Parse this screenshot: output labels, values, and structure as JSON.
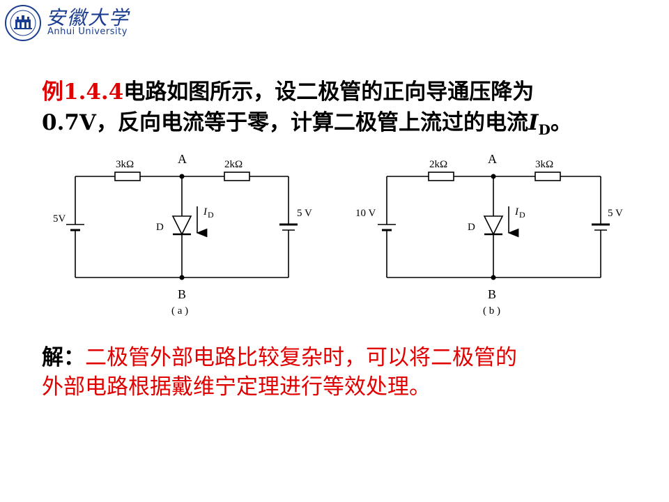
{
  "header": {
    "university_cn": "安徽大学",
    "university_en": "Anhui University"
  },
  "problem": {
    "label": "例1.4.4",
    "line1_rest": "电路如图所示，设二极管的正向导通压降为",
    "line2_a": "0.7V",
    "line2_b": "，反向电流等于零，计算二极管上流过的电流",
    "line2_var": "I",
    "line2_sub": "D",
    "line2_end": "。"
  },
  "circuit_a": {
    "r_left": "3kΩ",
    "r_right": "2kΩ",
    "node_top": "A",
    "node_bottom": "B",
    "v_left": "5V",
    "v_right": "5 V",
    "diode": "D",
    "current": "I",
    "current_sub": "D",
    "caption": "( a )"
  },
  "circuit_b": {
    "r_left": "2kΩ",
    "r_right": "3kΩ",
    "node_top": "A",
    "node_bottom": "B",
    "v_left": "10 V",
    "v_right": "5 V",
    "diode": "D",
    "current": "I",
    "current_sub": "D",
    "caption": "( b )"
  },
  "solution": {
    "label": "解：",
    "line1_rest": "二极管外部电路比较复杂时，可以将二极管的",
    "line2": "外部电路根据戴维宁定理进行等效处理。"
  },
  "colors": {
    "accent_red": "#e00000",
    "logo_blue": "#1a3d8f"
  }
}
